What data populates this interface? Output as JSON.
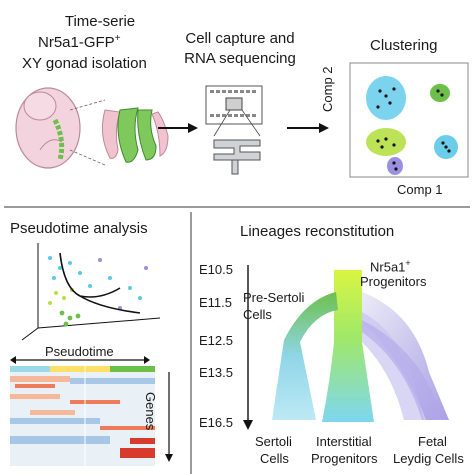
{
  "top": {
    "isolation": {
      "line1": "Time-serie",
      "line2_main": "Nr5a1-GFP",
      "line2_sup": "+",
      "line3": "XY gonad isolation"
    },
    "capture": {
      "line1": "Cell capture and",
      "line2": "RNA sequencing"
    },
    "clustering": {
      "title": "Clustering",
      "xlabel": "Comp 1",
      "ylabel": "Comp 2"
    }
  },
  "pseudotime": {
    "title": "Pseudotime analysis",
    "heatmap_label": "Pseudotime",
    "genes_label": "Genes"
  },
  "lineages": {
    "title": "Lineages reconstitution",
    "stages": [
      "E10.5",
      "E11.5",
      "E12.5",
      "E13.5",
      "E16.5"
    ],
    "progenitors_main": "Nr5a1",
    "progenitors_sup": "+",
    "progenitors_line2": "Progenitors",
    "pre_sertoli_line1": "Pre-Sertoli",
    "pre_sertoli_line2": "Cells",
    "sertoli_line1": "Sertoli",
    "sertoli_line2": "Cells",
    "interstitial_line1": "Interstitial",
    "interstitial_line2": "Progenitors",
    "fetal_line1": "Fetal",
    "fetal_line2": "Leydig Cells"
  },
  "colors": {
    "green_gfp": "#6cc04a",
    "cyan_cluster": "#5bc8e8",
    "lime_cluster": "#b5e045",
    "purple_cluster": "#9b8fe0",
    "arrow": "#111111"
  }
}
